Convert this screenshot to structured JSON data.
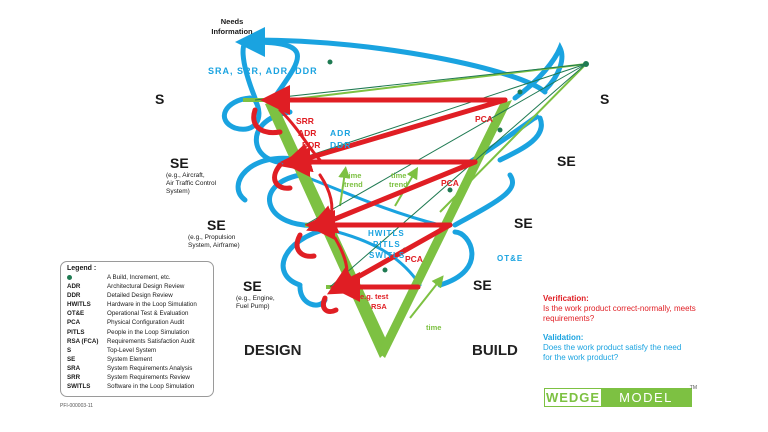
{
  "diagram": {
    "needs_information": [
      "Needs",
      "Information"
    ],
    "left_levels": [
      {
        "label": "S",
        "examples": []
      },
      {
        "label": "SE",
        "examples": [
          "(e.g., Aircraft,",
          "Air Traffic Control",
          "System)"
        ]
      },
      {
        "label": "SE",
        "examples": [
          "(e.g., Propulsion",
          "System, Airframe)"
        ]
      },
      {
        "label": "SE",
        "examples": [
          "(e.g., Engine,",
          "Fuel Pump)"
        ]
      }
    ],
    "right_levels": [
      "S",
      "SE",
      "SE",
      "SE"
    ],
    "blue_labels": {
      "top": "SRA, SRR, ADR, DDR",
      "adr": "ADR",
      "ddr": "DDR",
      "hwitl": "HWITLS",
      "pitl": "PITLS",
      "switl": "SWITLS",
      "ote": "OT&E"
    },
    "red_labels": {
      "srr": "SRR",
      "adr": "ADR",
      "ddr": "DDR",
      "pca_top": "PCA",
      "pca_mid": "PCA",
      "pca_low": "PCA",
      "eg_test": "e.g. test",
      "rsa": "RSA"
    },
    "green_labels": {
      "time_trend_1": [
        "time",
        "trend"
      ],
      "time_trend_2": [
        "time",
        "trend"
      ],
      "time": "time"
    },
    "design": "DESIGN",
    "build": "BUILD"
  },
  "legend": {
    "title": "Legend :",
    "items": [
      {
        "abbr": "",
        "def": "A Build, Increment, etc.",
        "dot": true
      },
      {
        "abbr": "ADR",
        "def": "Architectural Design Review"
      },
      {
        "abbr": "DDR",
        "def": "Detailed Design Review"
      },
      {
        "abbr": "HWITLS",
        "def": "Hardware in the Loop Simulation"
      },
      {
        "abbr": "OT&E",
        "def": "Operational Test & Evaluation"
      },
      {
        "abbr": "PCA",
        "def": "Physical Configuration Audit"
      },
      {
        "abbr": "PITLS",
        "def": "People in the Loop Simulation"
      },
      {
        "abbr": "RSA (FCA)",
        "def": "Requirements Satisfaction Audit"
      },
      {
        "abbr": "S",
        "def": "Top-Level System"
      },
      {
        "abbr": "SE",
        "def": "System Element"
      },
      {
        "abbr": "SRA",
        "def": "System Requirements Analysis"
      },
      {
        "abbr": "SRR",
        "def": "System Requirements Review"
      },
      {
        "abbr": "SWITLS",
        "def": "Software in the Loop Simulation"
      }
    ]
  },
  "verification": {
    "heading": "Verification:",
    "text": [
      "Is the work product correct-normally, meets",
      "requirements?"
    ]
  },
  "validation": {
    "heading": "Validation:",
    "text": [
      "Does the work product satisfy the need",
      "for the work product?"
    ]
  },
  "logo": {
    "part1": "WEDGE",
    "part2": "MODEL",
    "tm": "TM"
  },
  "doc_id": "PFI-000003-11",
  "colors": {
    "green": "#7dc142",
    "blue": "#1aa3e0",
    "red": "#e01e24",
    "dark_green": "#1f7a52"
  }
}
